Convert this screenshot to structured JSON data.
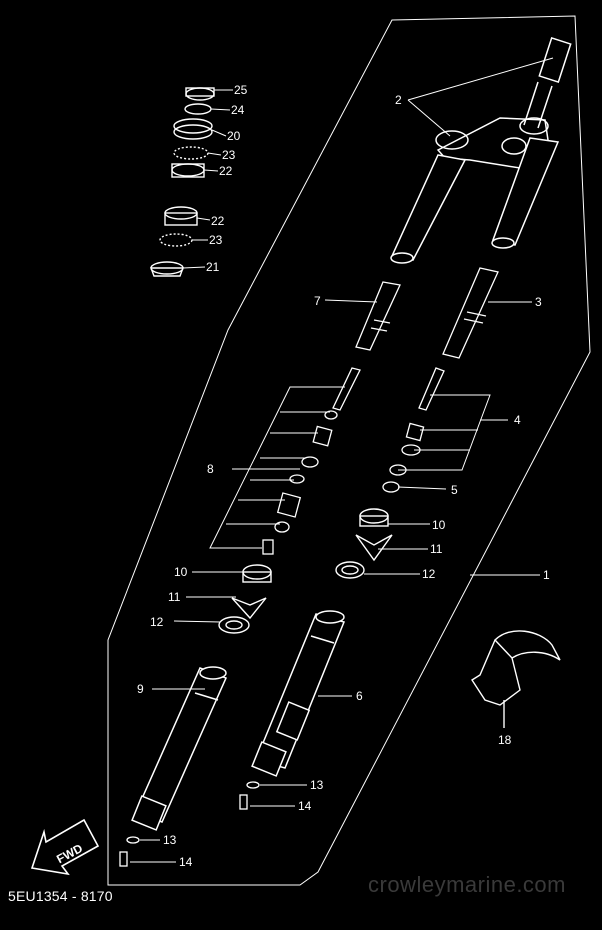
{
  "diagram": {
    "part_labels": [
      {
        "id": "callout-25",
        "text": "25"
      },
      {
        "id": "callout-24",
        "text": "24"
      },
      {
        "id": "callout-20",
        "text": "20"
      },
      {
        "id": "callout-23a",
        "text": "23"
      },
      {
        "id": "callout-22a",
        "text": "22"
      },
      {
        "id": "callout-22b",
        "text": "22"
      },
      {
        "id": "callout-23b",
        "text": "23"
      },
      {
        "id": "callout-21",
        "text": "21"
      },
      {
        "id": "callout-2",
        "text": "2"
      },
      {
        "id": "callout-7",
        "text": "7"
      },
      {
        "id": "callout-3",
        "text": "3"
      },
      {
        "id": "callout-4",
        "text": "4"
      },
      {
        "id": "callout-8",
        "text": "8"
      },
      {
        "id": "callout-5",
        "text": "5"
      },
      {
        "id": "callout-10a",
        "text": "10"
      },
      {
        "id": "callout-11a",
        "text": "11"
      },
      {
        "id": "callout-12a",
        "text": "12"
      },
      {
        "id": "callout-10b",
        "text": "10"
      },
      {
        "id": "callout-11b",
        "text": "11"
      },
      {
        "id": "callout-12b",
        "text": "12"
      },
      {
        "id": "callout-1",
        "text": "1"
      },
      {
        "id": "callout-9",
        "text": "9"
      },
      {
        "id": "callout-6",
        "text": "6"
      },
      {
        "id": "callout-18",
        "text": "18"
      },
      {
        "id": "callout-13a",
        "text": "13"
      },
      {
        "id": "callout-14a",
        "text": "14"
      },
      {
        "id": "callout-13b",
        "text": "13"
      },
      {
        "id": "callout-14b",
        "text": "14"
      }
    ],
    "direction_arrow_label": "FWD",
    "diagram_code": "5EU1354 - 8170",
    "watermark": "crowleymarine.com"
  }
}
